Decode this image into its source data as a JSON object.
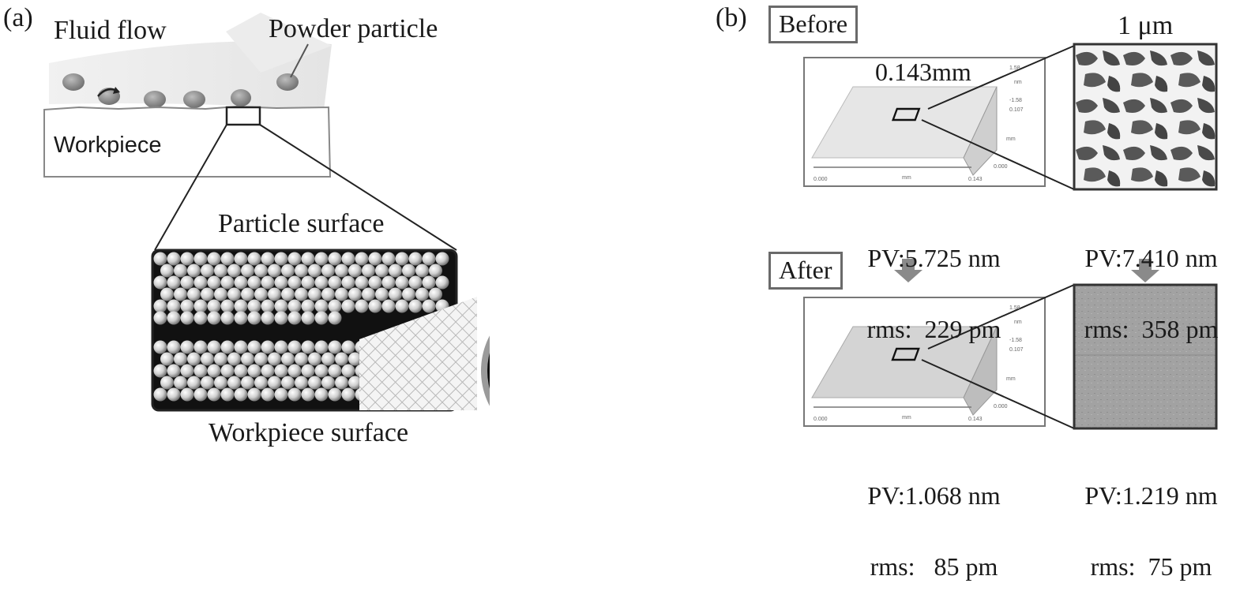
{
  "panel_a": {
    "tag": "(a)",
    "fluid_flow_label": "Fluid flow",
    "powder_particle_label": "Powder particle",
    "workpiece_label": "Workpiece",
    "particle_surface_label": "Particle surface",
    "workpiece_surface_label": "Workpiece surface"
  },
  "panel_b": {
    "tag": "(b)",
    "before_label": "Before",
    "after_label": "After",
    "scale_label": "1 μm",
    "map_width_label": "0.143mm",
    "plot_ticks": {
      "z_top": "1.58",
      "z_unit": "nm",
      "z_bottom": "-1.58",
      "side": "0.107",
      "y_unit": "mm",
      "y_zero": "0.000",
      "x_start": "0.000",
      "x_unit": "mm",
      "x_end": "0.143"
    },
    "before_left_pv": "PV:5.725 nm",
    "before_left_rms": "rms:  229 pm",
    "before_right_pv": "PV:7.410 nm",
    "before_right_rms": "rms:  358 pm",
    "after_left_pv": "PV:1.068 nm",
    "after_left_rms": "rms:   85 pm",
    "after_right_pv": "PV:1.219 nm",
    "after_right_rms": "rms:  75 pm"
  },
  "colors": {
    "frame": "#6a6a6a",
    "dark": "#111111",
    "atom": "#d8d8d8",
    "rough_dark": "#4a4a4a",
    "smooth": "#9a9a9a"
  }
}
